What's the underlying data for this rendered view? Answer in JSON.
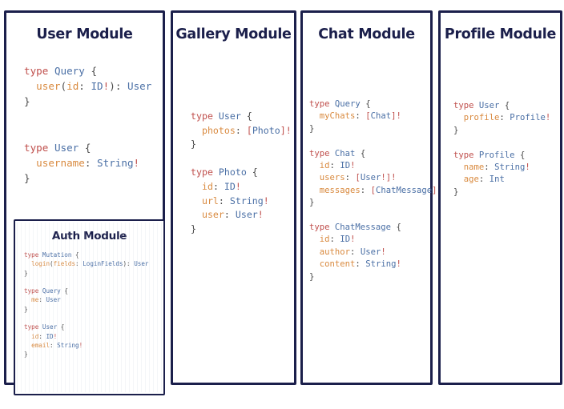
{
  "page": {
    "background": "#ffffff",
    "border_color": "#1b1f4b",
    "title_color": "#1b1f4b"
  },
  "syntax_colors": {
    "keyword": "#c0504d",
    "type_name": "#4a6fa5",
    "field_name": "#d98a3f",
    "scalar_type": "#4a6fa5",
    "punctuation": "#4a4a4a",
    "non_null_bang": "#c0504d"
  },
  "panels": {
    "user": {
      "title": "User Module",
      "code": "type Query {\n  user(id: ID!): User\n}\n\n\ntype User {\n  username: String!\n}",
      "nested": {
        "auth": {
          "title": "Auth Module",
          "code": "type Mutation {\n  login(fields: LoginFields): User\n}\n\ntype Query {\n  me: User\n}\n\ntype User {\n  id: ID!\n  email: String!\n}"
        }
      }
    },
    "gallery": {
      "title": "Gallery Module",
      "code": "type User {\n  photos: [Photo]!\n}\n\ntype Photo {\n  id: ID!\n  url: String!\n  user: User!\n}"
    },
    "chat": {
      "title": "Chat Module",
      "code": "type Query {\n  myChats: [Chat]!\n}\n\ntype Chat {\n  id: ID!\n  users: [User!]!\n  messages: [ChatMessage]!\n}\n\ntype ChatMessage {\n  id: ID!\n  author: User!\n  content: String!\n}"
    },
    "profile": {
      "title": "Profile Module",
      "code": "type User {\n  profile: Profile!\n}\n\ntype Profile {\n  name: String!\n  age: Int\n}"
    }
  }
}
